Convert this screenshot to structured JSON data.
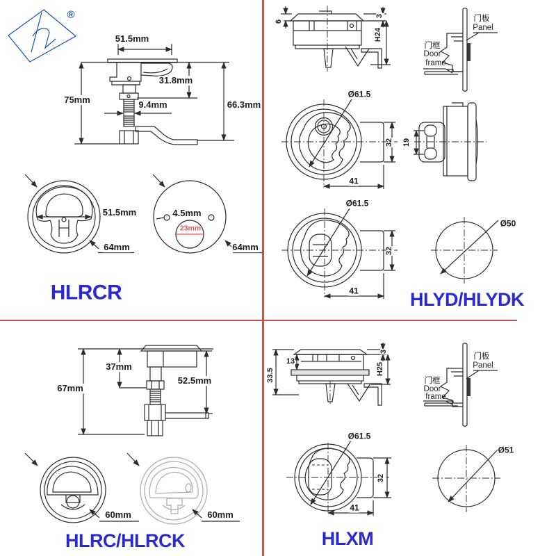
{
  "colors": {
    "accent_blue": "#2a2ad0",
    "divider_red": "#c4524e",
    "highlight_red": "#e05555",
    "logo_blue": "#1a52ad"
  },
  "logo": {
    "registered_mark": "®"
  },
  "products": {
    "hlrcr": {
      "name": "HLRCR",
      "dim_top_width": "51.5mm",
      "dim_total_height": "75mm",
      "dim_body_depth": "31.8mm",
      "dim_thread_dia": "9.4mm",
      "dim_overall_depth": "66.3mm",
      "dim_handle_width": "51.5mm",
      "dim_flange_front": "64mm",
      "dim_mount_hole": "4.5mm",
      "dim_cutout": "23mm",
      "dim_flange_back": "64mm"
    },
    "hlyd": {
      "name": "HLYD/HLYDK",
      "dim_flange_height": "6",
      "dim_panel_thickness": "3",
      "dim_body_height": "H24",
      "dim_face_dia_1": "Ø61.5",
      "dim_depth_1": "32",
      "dim_width_1": "41",
      "dim_hole_spacing": "19",
      "dim_face_dia_2": "Ø61.5",
      "dim_depth_2": "32",
      "dim_width_2": "41",
      "dim_cutout_dia": "Ø50",
      "panel_label_cn": "门板",
      "panel_label_en": "Panel",
      "frame_label_cn": "门框",
      "frame_label_en_1": "Door",
      "frame_label_en_2": "frame"
    },
    "hlrc": {
      "name": "HLRC/HLRCK",
      "dim_upper_height": "37mm",
      "dim_total_height": "67mm",
      "dim_depth": "52.5mm",
      "dim_flange_left": "60mm",
      "dim_flange_right": "60mm"
    },
    "hlxm": {
      "name": "HLXM",
      "dim_total_depth": "33.5",
      "dim_upper_depth": "13",
      "dim_panel_thickness": "3",
      "dim_body_height": "H25",
      "dim_face_dia": "Ø61.5",
      "dim_depth": "32",
      "dim_width": "41",
      "dim_cutout_dia": "Ø51",
      "panel_label_cn": "门板",
      "panel_label_en": "Panel",
      "frame_label_cn": "门框",
      "frame_label_en_1": "Door",
      "frame_label_en_2": "frame"
    }
  }
}
